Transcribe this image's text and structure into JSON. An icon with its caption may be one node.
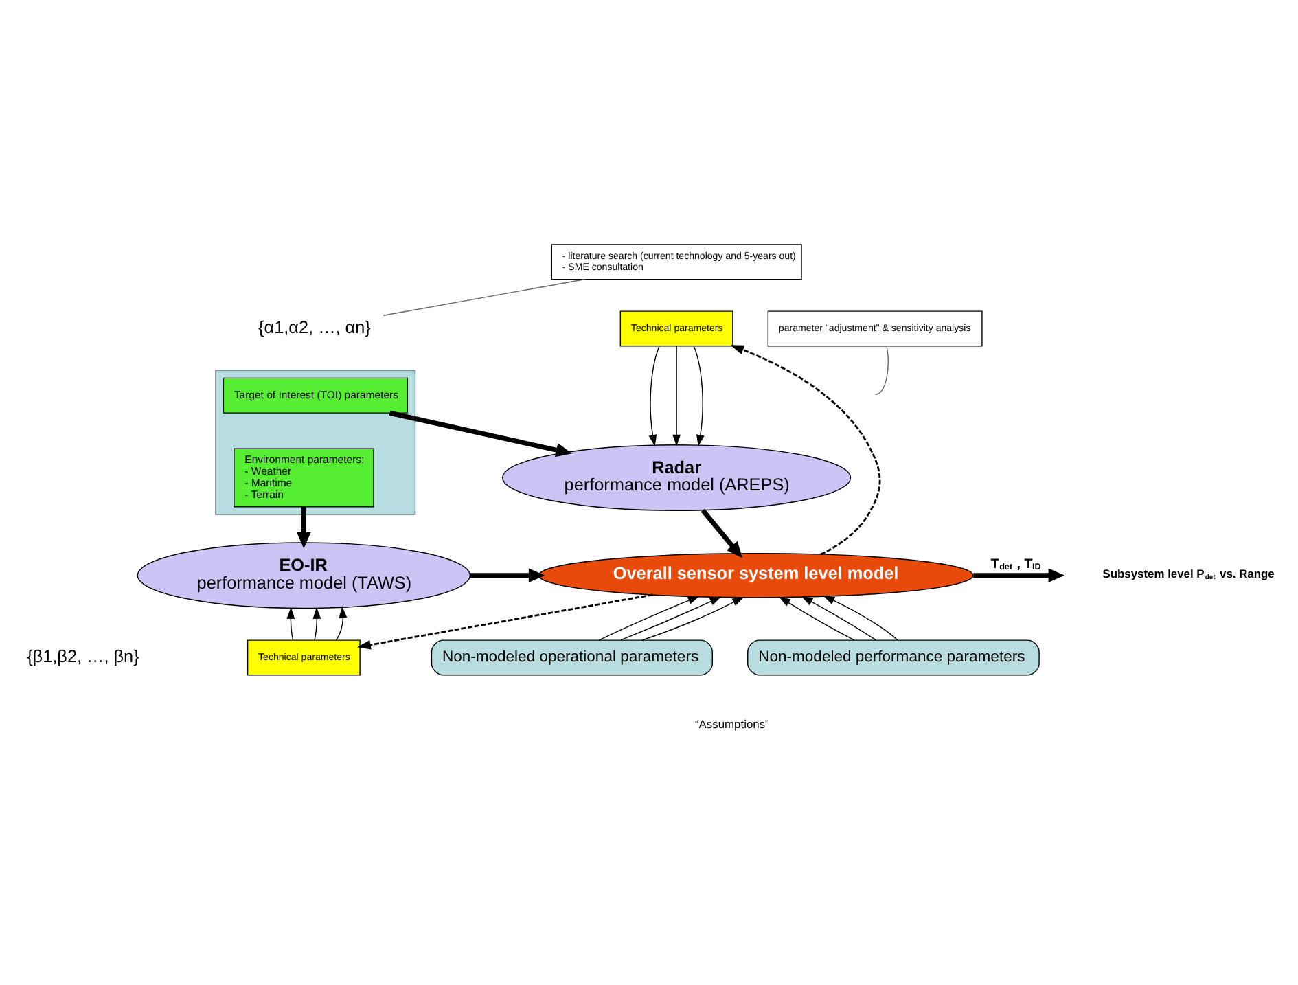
{
  "diagram": {
    "nodes": [
      {
        "text": [
          "- literature search (current technology and 5-years out)",
          "- SME consultation"
        ]
      },
      {
        "text": [
          "Technical parameters"
        ]
      },
      {
        "text": [
          "{α1,α2, …, αn}"
        ]
      },
      {
        "text": [
          "parameter \"adjustment\" & sensitivity analysis"
        ]
      },
      {
        "text": [
          "Radar",
          "performance model (AREPS)"
        ]
      },
      {
        "text": [],
        "shape": "box"
      },
      {
        "text": [
          "Target of Interest (TOI) parameters"
        ],
        "in": 5
      },
      {
        "text": [
          "Environment parameters:",
          "- Weather",
          "- Maritime",
          "- Terrain"
        ],
        "in": 5
      },
      {
        "text": [
          "EO-IR",
          "performance model (TAWS)"
        ]
      },
      {
        "text": [
          "Overall sensor system level model"
        ]
      },
      {
        "text": [
          "{β1,β2, …, βn}"
        ]
      },
      {
        "text": [
          "Technical parameters"
        ]
      },
      {
        "text": [
          "Non-modeled performance parameters"
        ]
      },
      {
        "text": [
          "Non-modeled operational parameters"
        ]
      }
    ],
    "edges": [
      {
        "from": 0,
        "to": 2,
        "arrow": "none",
        "color": "#666666"
      },
      {
        "from": 3,
        "to": null,
        "arrow": "none",
        "color": "#666666"
      },
      {
        "from": 1,
        "to": 4,
        "arrow": "to"
      },
      {
        "from": 1,
        "to": 4,
        "arrow": "to"
      },
      {
        "from": 1,
        "to": 4,
        "arrow": "to"
      },
      {
        "from": 6,
        "to": 4,
        "arrow": "to",
        "style": "thick"
      },
      {
        "from": 7,
        "to": 8,
        "arrow": "to",
        "style": "thick"
      },
      {
        "from": 4,
        "to": 9,
        "arrow": "to",
        "style": "thick"
      },
      {
        "from": 8,
        "to": 9,
        "arrow": "to",
        "style": "thick"
      },
      {
        "from": 9,
        "to": 1,
        "arrow": "to",
        "style": "dashed"
      },
      {
        "from": 9,
        "to": 11,
        "arrow": "to",
        "style": "dashed"
      },
      {
        "from": 11,
        "to": 8,
        "arrow": "to"
      },
      {
        "from": 11,
        "to": 8,
        "arrow": "to"
      },
      {
        "from": 11,
        "to": 8,
        "arrow": "to"
      },
      {
        "from": 12,
        "to": 9,
        "arrow": "to"
      },
      {
        "from": 12,
        "to": 9,
        "arrow": "to"
      },
      {
        "from": 12,
        "to": 9,
        "arrow": "to"
      },
      {
        "from": 13,
        "to": 9,
        "arrow": "to"
      },
      {
        "from": 13,
        "to": 9,
        "arrow": "to"
      },
      {
        "from": 13,
        "to": 9,
        "arrow": "to"
      },
      {
        "from": 9,
        "to": null,
        "arrow": "to",
        "style": "thick",
        "label": "T$_{det}$ , T$_{ID}$"
      }
    ],
    "labels": [
      "Subsystem level P$_{det}$ vs. Range",
      "“Assumptions”"
    ]
  }
}
